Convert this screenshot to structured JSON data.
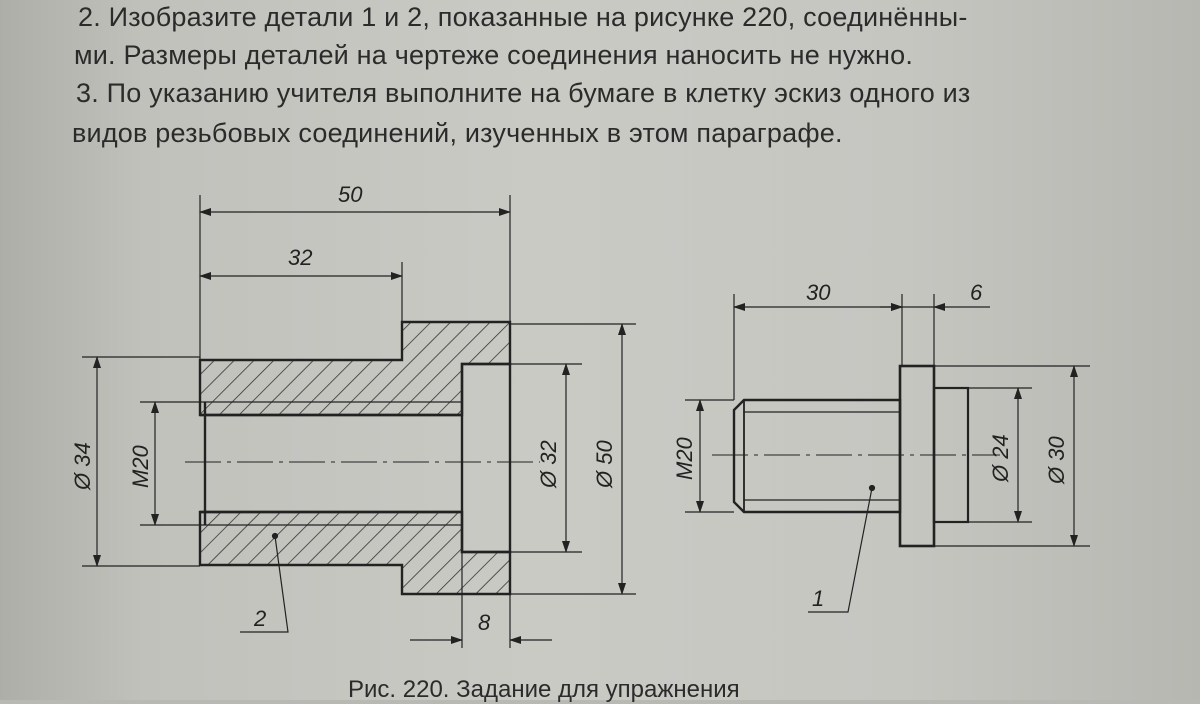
{
  "text": {
    "line1": "2. Изобразите детали 1 и 2, показанные на рисунке 220, соединённы-",
    "line2": "ми. Размеры деталей на чертеже соединения наносить не нужно.",
    "line3": "3. По указанию учителя выполните на бумаге в клетку эскиз одного из",
    "line4": "видов резьбовых соединений, изученных в этом параграфе."
  },
  "part2": {
    "dim_overall_length": "50",
    "dim_thread_length": "32",
    "dim_outer_dia": "Ø 34",
    "dim_thread": "M20",
    "dim_bore_dia": "Ø 32",
    "dim_flange_dia": "Ø 50",
    "dim_recess_depth": "8",
    "callout": "2"
  },
  "part1": {
    "dim_thread_length": "30",
    "dim_flange_thickness": "6",
    "dim_thread": "M20",
    "dim_stub_dia": "Ø 24",
    "dim_flange_dia": "Ø 30",
    "callout": "1"
  },
  "caption": "Рис. 220. Задание для упражнения"
}
